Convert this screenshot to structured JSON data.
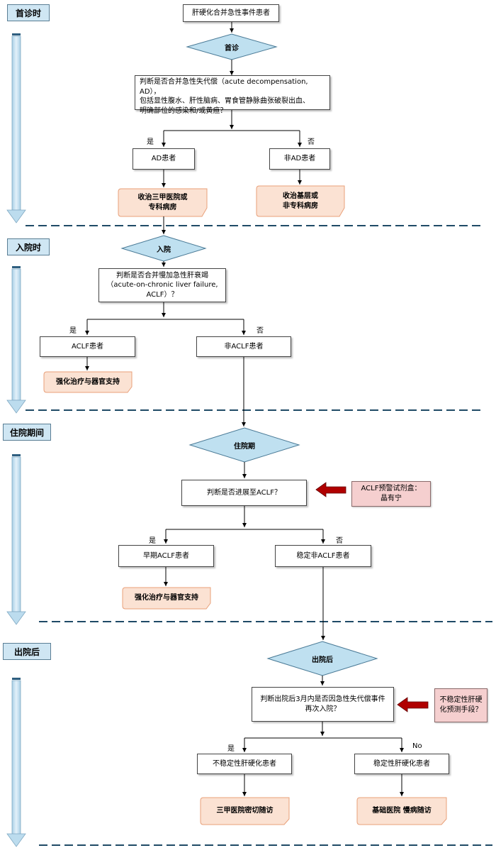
{
  "stages": {
    "s1": "首诊时",
    "s2": "入院时",
    "s3": "住院期间",
    "s4": "出院后"
  },
  "phase1": {
    "start": "肝硬化合并急性事件患者",
    "diamond": "首诊",
    "question": [
      "判断是否合并急性失代偿（acute decompensation, AD），",
      "包括显性腹水、肝性脑病、胃食管静脉曲张破裂出血、",
      "明确部位的感染和/或黄疸？"
    ],
    "yes": "是",
    "no": "否",
    "yes_box": "AD患者",
    "no_box": "非AD患者",
    "yes_action": [
      "收治三甲医院或",
      "专科病房"
    ],
    "no_action": [
      "收治基层或",
      "非专科病房"
    ]
  },
  "phase2": {
    "diamond": "入院",
    "question": [
      "判断是否合并慢加急性肝衰竭",
      "（acute-on-chronic liver failure,",
      "ACLF）？"
    ],
    "yes": "是",
    "no": "否",
    "yes_box": "ACLF患者",
    "no_box": "非ACLF患者",
    "yes_action": "强化治疗与器官支持"
  },
  "phase3": {
    "diamond": "住院期",
    "question": "判断是否进展至ACLF？",
    "note": [
      "ACLF预警试剂盒：",
      "晶有宁"
    ],
    "yes": "是",
    "no": "否",
    "yes_box": "早期ACLF患者",
    "no_box": "稳定非ACLF患者",
    "yes_action": "强化治疗与器官支持"
  },
  "phase4": {
    "diamond": "出院后",
    "question": [
      "判断出院后3月内是否因急性失代偿事件",
      "再次入院？"
    ],
    "note": [
      "不稳定性肝硬",
      "化预测手段？"
    ],
    "yes": "是",
    "no": "No",
    "yes_box": "不稳定性肝硬化患者",
    "no_box": "稳定性肝硬化患者",
    "yes_action": "三甲医院密切随访",
    "no_action": "基础医院 慢病随访"
  },
  "colors": {
    "stage_fill": "#cfe6f3",
    "diamond_fill": "#bfe0f0",
    "action_fill": "#fbe2d3",
    "action_border": "#e8a07a",
    "note_fill": "#f5cfcf",
    "red_arrow": "#b00000",
    "dashed_line": "#1f4a66"
  }
}
